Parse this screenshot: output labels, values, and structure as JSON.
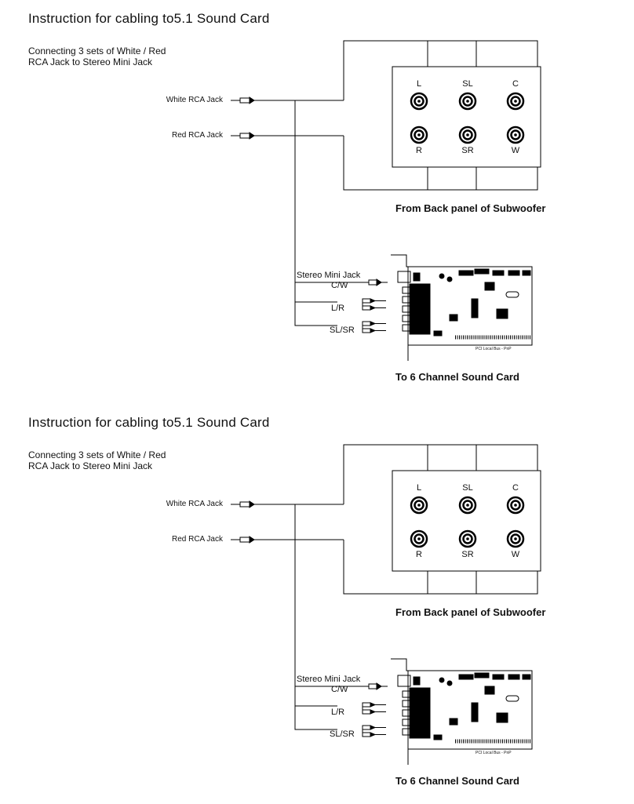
{
  "sections": [
    {
      "title": "Instruction for cabling to5.1 Sound Card",
      "subtitle_line1": "Connecting 3 sets of White / Red",
      "subtitle_line2": "RCA Jack to Stereo Mini Jack",
      "white_jack_label": "White RCA Jack",
      "red_jack_label": "Red RCA Jack",
      "ports_top": [
        "L",
        "SL",
        "C"
      ],
      "ports_bottom": [
        "R",
        "SR",
        "W"
      ],
      "panel_caption": "From Back panel of Subwoofer",
      "stereo_mini_jack_label": "Stereo Mini Jack",
      "cw_label": "C/W",
      "lr_label": "L/R",
      "slsr_label": "SL/SR",
      "card_bus_text": "PCI Local Bus - PnP",
      "card_caption": "To 6 Channel Sound Card"
    },
    {
      "title": "Instruction for cabling to5.1 Sound Card",
      "subtitle_line1": "Connecting 3 sets of White / Red",
      "subtitle_line2": "RCA Jack to Stereo Mini Jack",
      "white_jack_label": "White RCA Jack",
      "red_jack_label": "Red RCA Jack",
      "ports_top": [
        "L",
        "SL",
        "C"
      ],
      "ports_bottom": [
        "R",
        "SR",
        "W"
      ],
      "panel_caption": "From Back panel of Subwoofer",
      "stereo_mini_jack_label": "Stereo Mini Jack",
      "cw_label": "C/W",
      "lr_label": "L/R",
      "slsr_label": "SL/SR",
      "card_bus_text": "PCI Local Bus - PnP",
      "card_caption": "To 6 Channel Sound Card"
    }
  ]
}
